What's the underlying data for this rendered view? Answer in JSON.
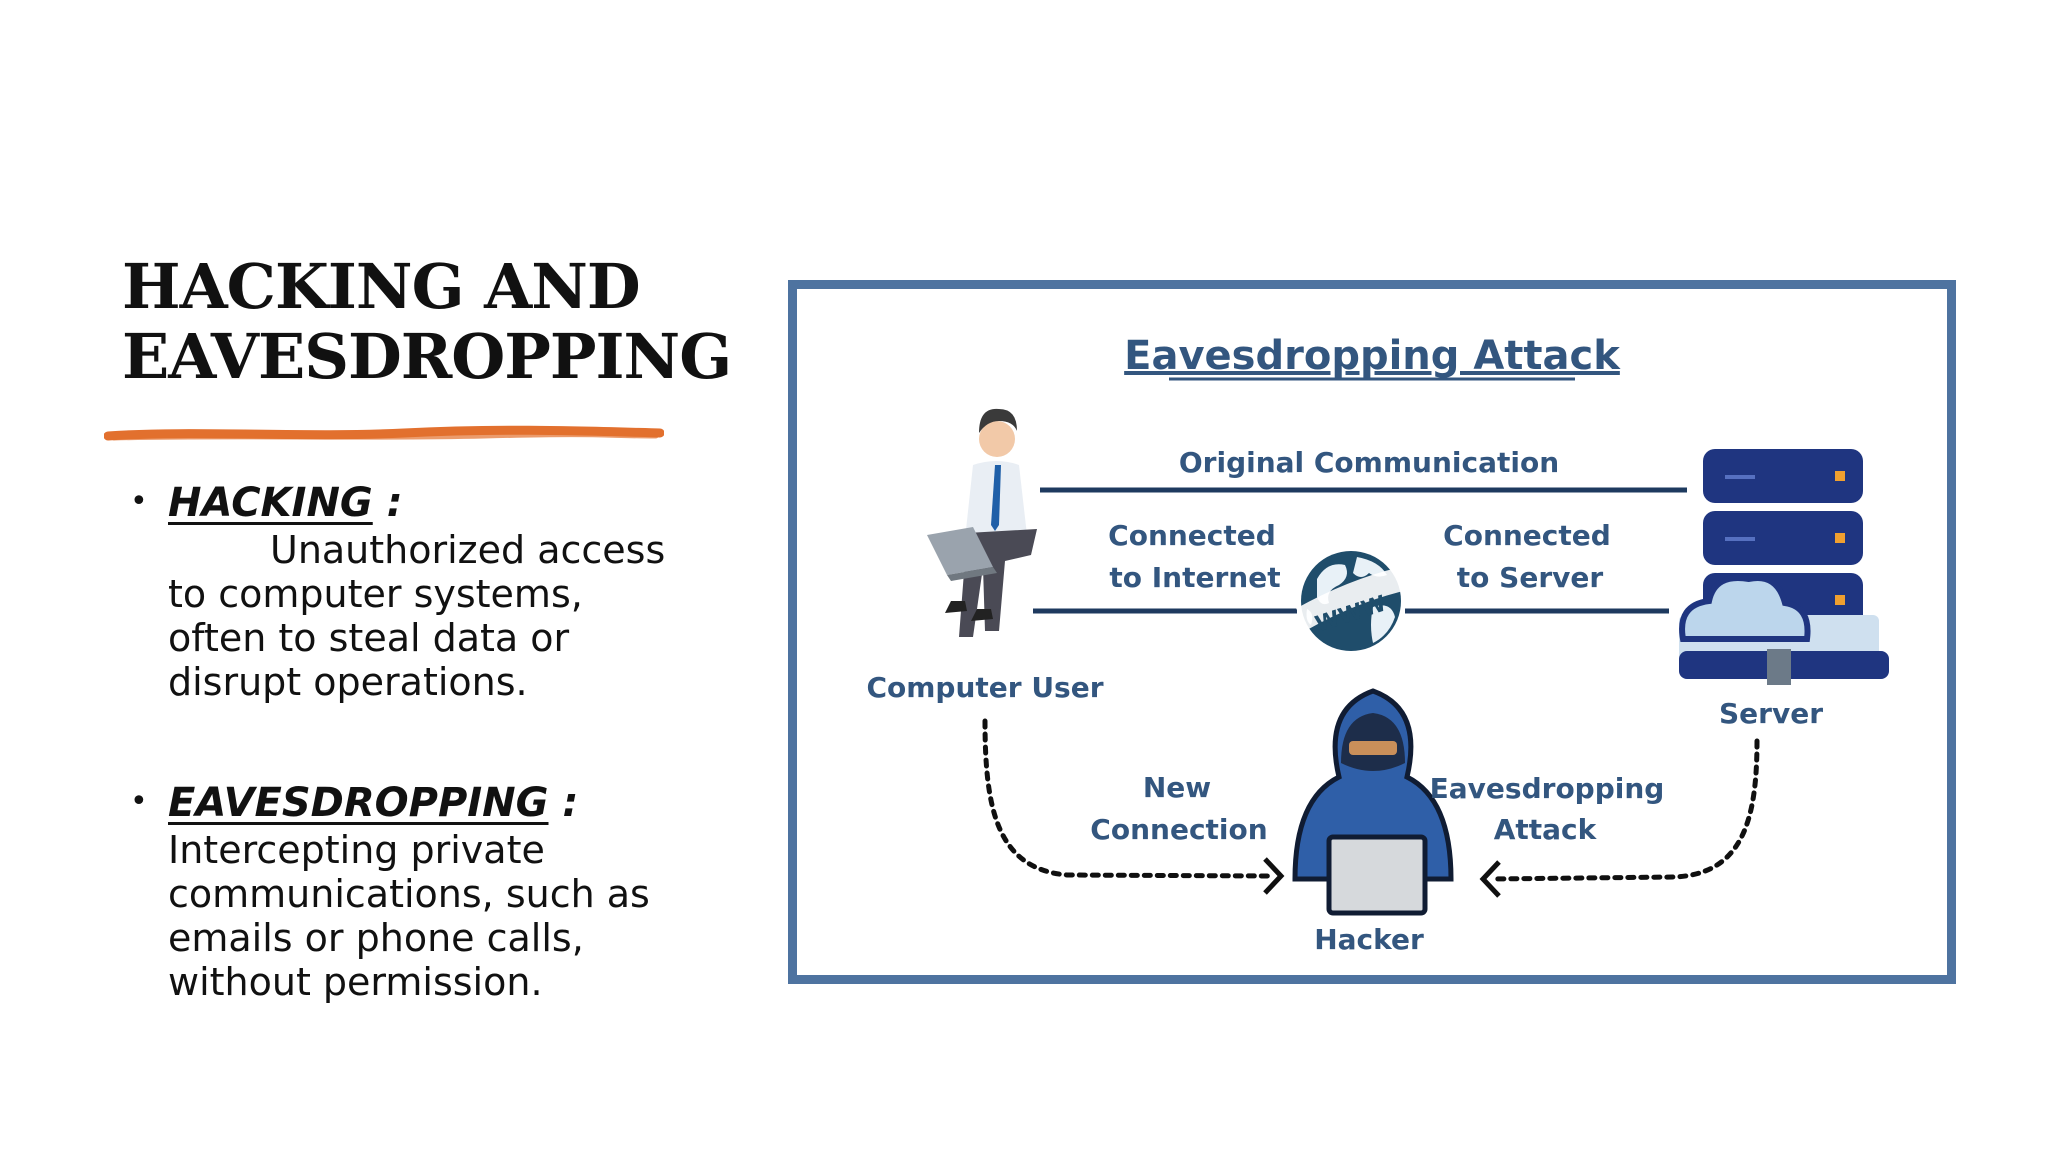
{
  "slide": {
    "title_line1": "HACKING AND",
    "title_line2": "EAVESDROPPING",
    "accent_color": "#e2702e"
  },
  "bullets": [
    {
      "term": "HACKING",
      "sep": " :",
      "lines": [
        "Unauthorized access",
        "to computer systems,",
        "often to steal data or",
        "disrupt operations."
      ]
    },
    {
      "term": "EAVESDROPPING",
      "sep": " :",
      "lines": [
        "Intercepting private",
        "communications, such as",
        "emails or phone calls,",
        "without permission."
      ]
    }
  ],
  "diagram": {
    "title": "Eavesdropping Attack",
    "original": "Original Communication",
    "internet_1": "Connected",
    "internet_2": "to Internet",
    "server_1": "Connected",
    "server_2": "to Server",
    "www": "WWW",
    "user": "Computer User",
    "server": "Server",
    "new_1": "New",
    "new_2": "Connection",
    "eaves_1": "Eavesdropping",
    "eaves_2": "Attack",
    "hacker": "Hacker",
    "frame_color": "#4e73a0",
    "label_color": "#33567f",
    "line_color": "#1e3a5f"
  }
}
